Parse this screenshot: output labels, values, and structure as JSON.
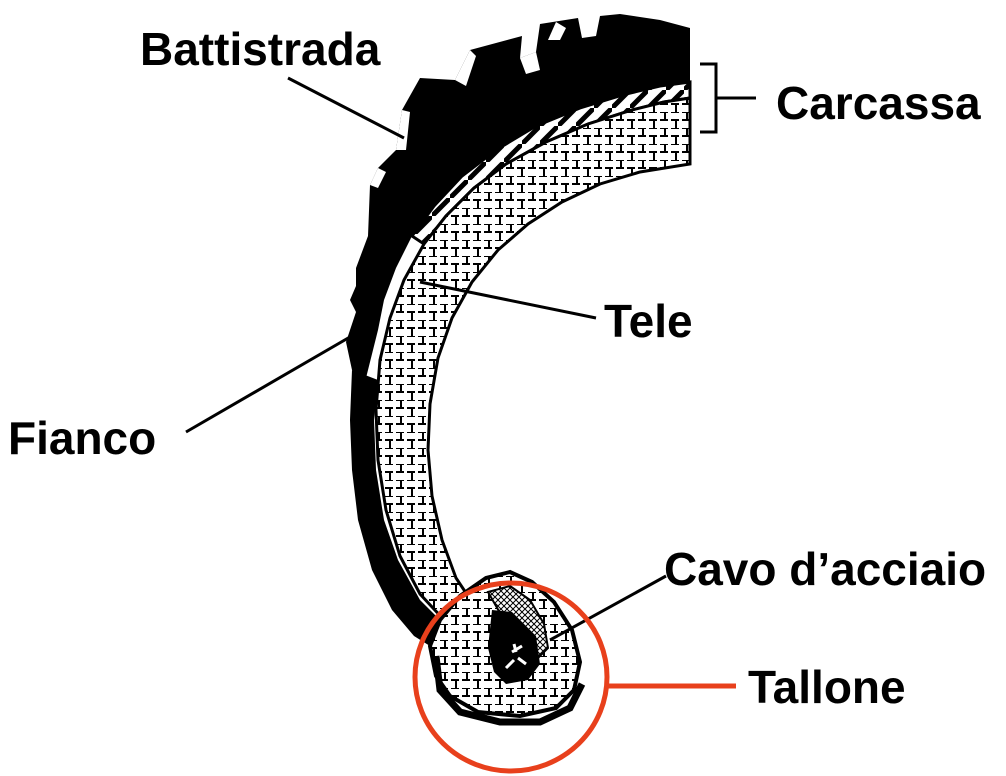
{
  "labels": {
    "battistrada": "Battistrada",
    "carcassa": "Carcassa",
    "tele": "Tele",
    "fianco": "Fianco",
    "cavo": "Cavo d’acciaio",
    "tallone": "Tallone"
  },
  "colors": {
    "ink": "#000000",
    "highlight": "#e8401c",
    "background": "#ffffff"
  }
}
